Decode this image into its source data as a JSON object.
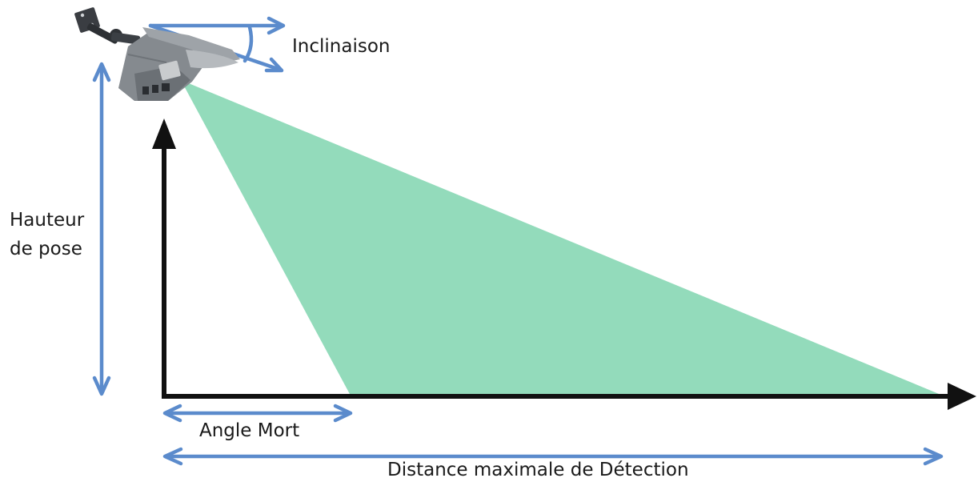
{
  "labels": {
    "tilt": "Inclinaison",
    "height_line1": "Hauteur",
    "height_line2": "de pose",
    "dead_zone": "Angle Mort",
    "max_distance": "Distance maximale de Détection"
  },
  "colors": {
    "detection_zone": "#93dbbb",
    "dimension_arrows": "#5b8bcc",
    "axes": "#111111",
    "sensor_body": "#7f8488"
  },
  "icons": {
    "sensor": "motion-sensor-icon",
    "bracket": "wall-bracket-icon"
  }
}
